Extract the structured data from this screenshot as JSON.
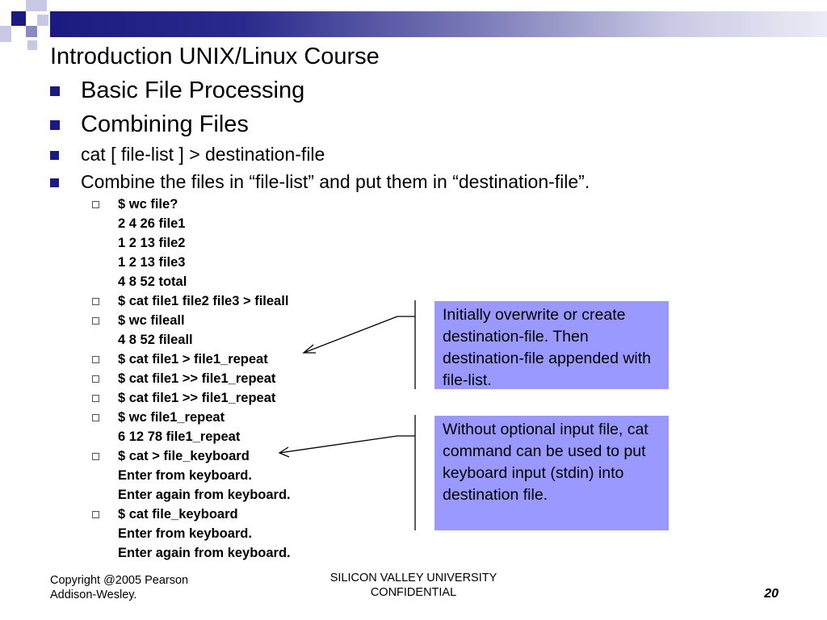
{
  "slide": {
    "title": "Introduction UNIX/Linux Course",
    "bullets": [
      "Basic File Processing",
      "Combining Files",
      "cat  [ file-list ]  >  destination-file",
      "Combine the files in “file-list” and put them in “destination-file”."
    ],
    "code_lines": [
      "$ wc file?",
      "2  4 26 file1",
      "1  2 13 file2",
      "1  2 13 file3",
      "4  8 52 total",
      "$ cat file1 file2 file3 > fileall",
      "$ wc fileall",
      "4  8 52 fileall",
      "$ cat file1 > file1_repeat",
      "$ cat file1 >> file1_repeat",
      "$ cat file1 >> file1_repeat",
      "$ wc file1_repeat",
      "6 12 78 file1_repeat",
      "$ cat > file_keyboard",
      "Enter from keyboard.",
      "Enter again from keyboard.",
      "$ cat file_keyboard",
      "Enter from keyboard.",
      "Enter again from keyboard."
    ],
    "notes": [
      "Initially overwrite or create destination-file. Then destination-file appended with file-list.",
      "Without optional input file, cat command can be used to put keyboard input (stdin)  into destination file."
    ]
  },
  "footer": {
    "copyright_line1": "Copyright @2005 Pearson",
    "copyright_line2": "Addison-Wesley.",
    "center_line1": "SILICON VALLEY UNIVERSITY",
    "center_line2": "CONFIDENTIAL",
    "page_number": "20"
  },
  "colors": {
    "accent": "#1a1a80",
    "note_background": "#9999ff"
  }
}
